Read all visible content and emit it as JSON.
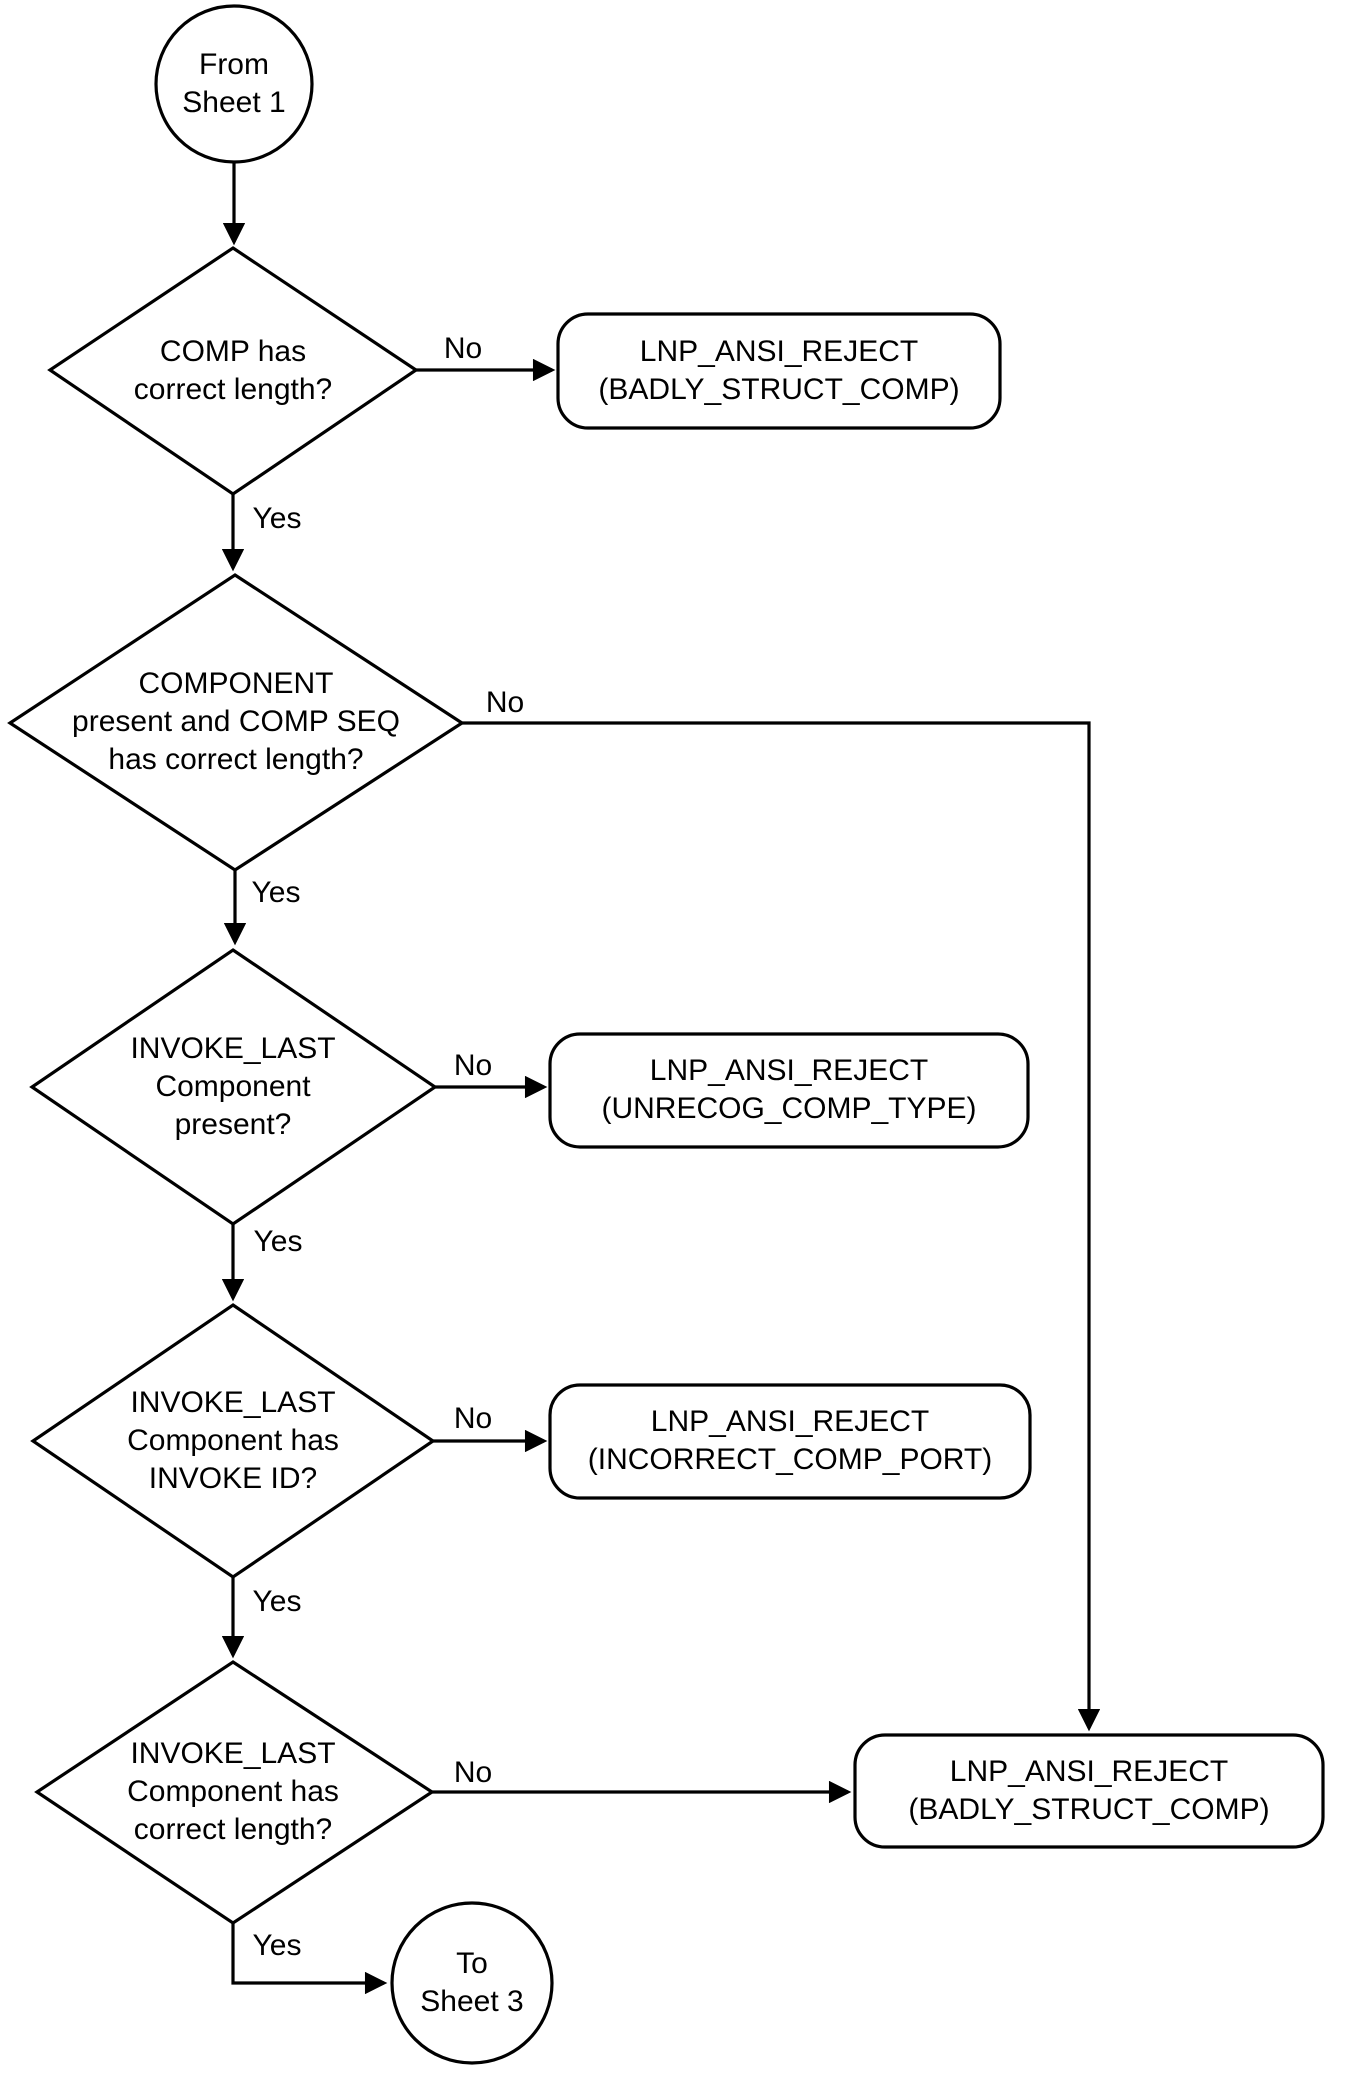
{
  "diagram": {
    "kind": "flowchart",
    "sheet_reference_in": "From\nSheet 1",
    "sheet_reference_out": "To\nSheet 3",
    "colors": {
      "background": "#ffffff",
      "stroke": "#000000",
      "text": "#000000"
    }
  },
  "labels": {
    "yes": "Yes",
    "no": "No"
  },
  "nodes": {
    "start": {
      "shape": "circle",
      "text": "From\nSheet 1"
    },
    "d1": {
      "shape": "diamond",
      "text": "COMP has\ncorrect length?"
    },
    "r1": {
      "shape": "rounded-box",
      "text": "LNP_ANSI_REJECT\n(BADLY_STRUCT_COMP)"
    },
    "d2": {
      "shape": "diamond",
      "text": "COMPONENT\npresent  and COMP SEQ\nhas correct length?"
    },
    "d3": {
      "shape": "diamond",
      "text": "INVOKE_LAST\nComponent\npresent?"
    },
    "r2": {
      "shape": "rounded-box",
      "text": "LNP_ANSI_REJECT\n(UNRECOG_COMP_TYPE)"
    },
    "d4": {
      "shape": "diamond",
      "text": "INVOKE_LAST\nComponent has\nINVOKE ID?"
    },
    "r3": {
      "shape": "rounded-box",
      "text": "LNP_ANSI_REJECT\n(INCORRECT_COMP_PORT)"
    },
    "d5": {
      "shape": "diamond",
      "text": "INVOKE_LAST\nComponent has\ncorrect length?"
    },
    "r4": {
      "shape": "rounded-box",
      "text": "LNP_ANSI_REJECT\n(BADLY_STRUCT_COMP)"
    },
    "end": {
      "shape": "circle",
      "text": "To\nSheet 3"
    }
  }
}
